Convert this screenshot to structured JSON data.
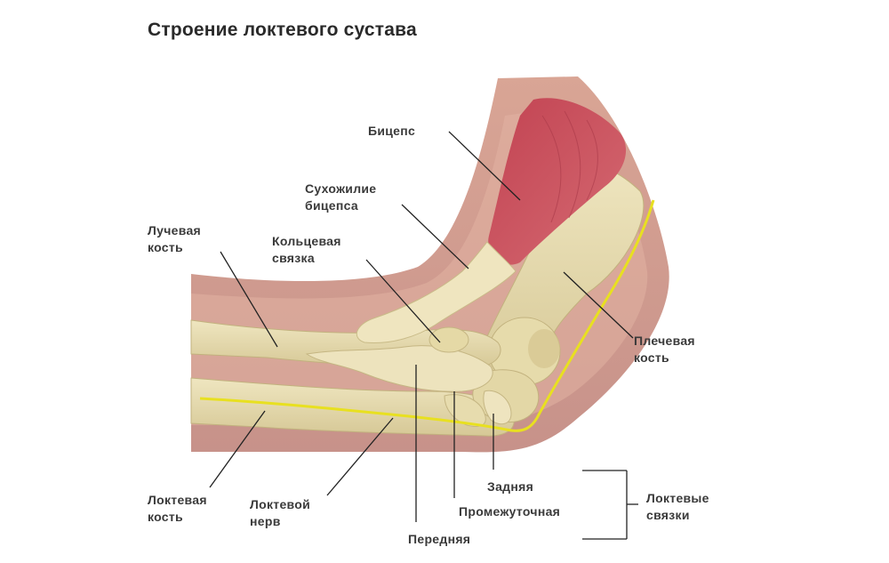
{
  "title": "Строение локтевого сустава",
  "labels": {
    "biceps": "Бицепс",
    "biceps_tendon": [
      "Сухожилие",
      "бицепса"
    ],
    "radius": [
      "Лучевая",
      "кость"
    ],
    "annular_ligament": [
      "Кольцевая",
      "связка"
    ],
    "humerus": [
      "Плечевая",
      "кость"
    ],
    "ulna": [
      "Локтевая",
      "кость"
    ],
    "ulnar_nerve": [
      "Локтевой",
      "нерв"
    ],
    "anterior": "Передняя",
    "intermediate": "Промежуточная",
    "posterior": "Задняя",
    "ulnar_ligaments": [
      "Локтевые",
      "связки"
    ]
  },
  "colors": {
    "skin": "#d8a898",
    "skin_dark": "#c48e7e",
    "bone": "#e8ddb0",
    "bone_shade": "#c9b985",
    "muscle": "#c8505e",
    "nerve": "#e8e020",
    "leader": "#222222"
  }
}
